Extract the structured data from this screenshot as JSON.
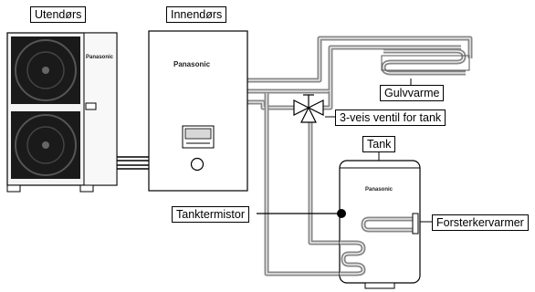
{
  "labels": {
    "outdoor": "Utendørs",
    "indoor": "Innendørs",
    "floor_heating": "Gulvvarme",
    "valve": "3-veis ventil for tank",
    "tank": "Tank",
    "tank_thermistor": "Tanktermistor",
    "booster_heater": "Forsterkervarmer"
  },
  "brand": "Panasonic",
  "colors": {
    "pipe": "#888888",
    "line": "#000000",
    "background": "#ffffff"
  }
}
